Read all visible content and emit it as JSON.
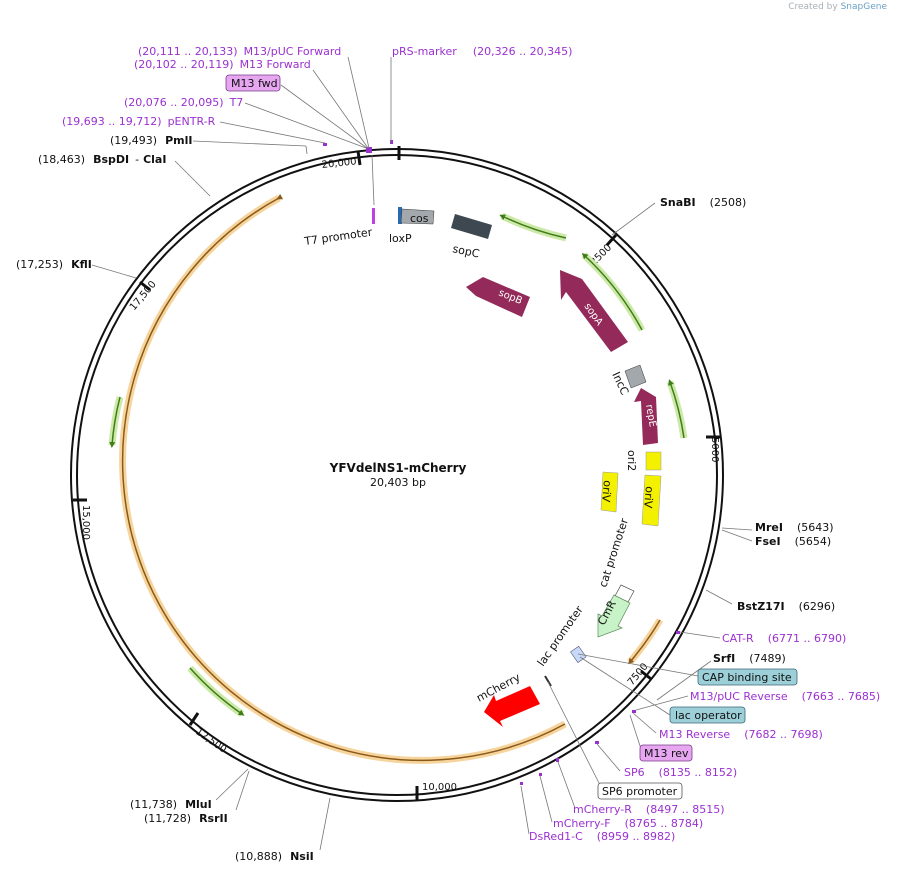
{
  "credit": {
    "prefix": "Created by",
    "brand": "SnapGene"
  },
  "plasmid": {
    "name": "YFVdelNS1-mCherry",
    "size_label": "20,403 bp"
  },
  "ruler_ticks": [
    "2500",
    "5000",
    "7500",
    "10,000",
    "12,500",
    "15,000",
    "17,500",
    "20,000"
  ],
  "restriction_sites": [
    {
      "pos": "(2508)",
      "name": "SnaBI"
    },
    {
      "pos": "(5643)",
      "name": "MreI"
    },
    {
      "pos": "(5654)",
      "name": "FseI"
    },
    {
      "pos": "(6296)",
      "name": "BstZ17I"
    },
    {
      "pos": "(7489)",
      "name": "SrfI"
    },
    {
      "pos": "(10,888)",
      "name": "NsiI"
    },
    {
      "pos": "(11,728)",
      "name": "RsrII"
    },
    {
      "pos": "(11,738)",
      "name": "MluI"
    },
    {
      "pos": "(17,253)",
      "name": "KflI"
    },
    {
      "pos": "(18,463)",
      "name": "BspDI",
      "name2": "ClaI"
    },
    {
      "pos": "(19,493)",
      "name": "PmlI"
    }
  ],
  "primers": [
    {
      "name": "pRS-marker",
      "range": "(20,326 .. 20,345)"
    },
    {
      "name": "M13/pUC Forward",
      "range": "(20,111 .. 20,133)"
    },
    {
      "name": "M13 Forward",
      "range": "(20,102 .. 20,119)"
    },
    {
      "name": "T7",
      "range": "(20,076 .. 20,095)"
    },
    {
      "name": "pENTR-R",
      "range": "(19,693 .. 19,712)"
    },
    {
      "name": "CAT-R",
      "range": "(6771 .. 6790)"
    },
    {
      "name": "M13/pUC Reverse",
      "range": "(7663 .. 7685)"
    },
    {
      "name": "M13 Reverse",
      "range": "(7682 .. 7698)"
    },
    {
      "name": "SP6",
      "range": "(8135 .. 8152)"
    },
    {
      "name": "mCherry-R",
      "range": "(8497 .. 8515)"
    },
    {
      "name": "mCherry-F",
      "range": "(8765 .. 8784)"
    },
    {
      "name": "DsRed1-C",
      "range": "(8959 .. 8982)"
    }
  ],
  "boxed_labels": {
    "m13_fwd": "M13 fwd",
    "cap_binding_site": "CAP binding site",
    "lac_operator": "lac operator",
    "m13_rev": "M13 rev",
    "sp6_promoter": "SP6 promoter"
  },
  "features": {
    "t7_promoter": "T7 promoter",
    "loxp": "loxP",
    "cos": "cos",
    "sopc": "sopC",
    "sopb": "sopB",
    "sopa": "sopA",
    "incc": "IncC",
    "repe": "repE",
    "ori2": "ori2",
    "oriv_a": "oriV",
    "oriv_b": "oriV",
    "cat_promoter": "cat promoter",
    "cmr": "CmR",
    "lac_promoter": "lac promoter",
    "mcherry": "mCherry"
  },
  "colors": {
    "backbone": "#111111",
    "primer": "#9b30d0",
    "insert": "#f4c27a",
    "insert_line": "#8a5a1a",
    "orf_green": "#6aa830",
    "orf_halo": "#cde9a8",
    "sop_arrow": "#932a5a",
    "cos": "#a3a8ad",
    "sopc": "#3e4851",
    "oriv": "#f3f000",
    "cmr": "#c8f3c8",
    "mcherry": "#ff0000",
    "box_blue": "#9ccfd8",
    "box_purple": "#e6a7f0"
  }
}
